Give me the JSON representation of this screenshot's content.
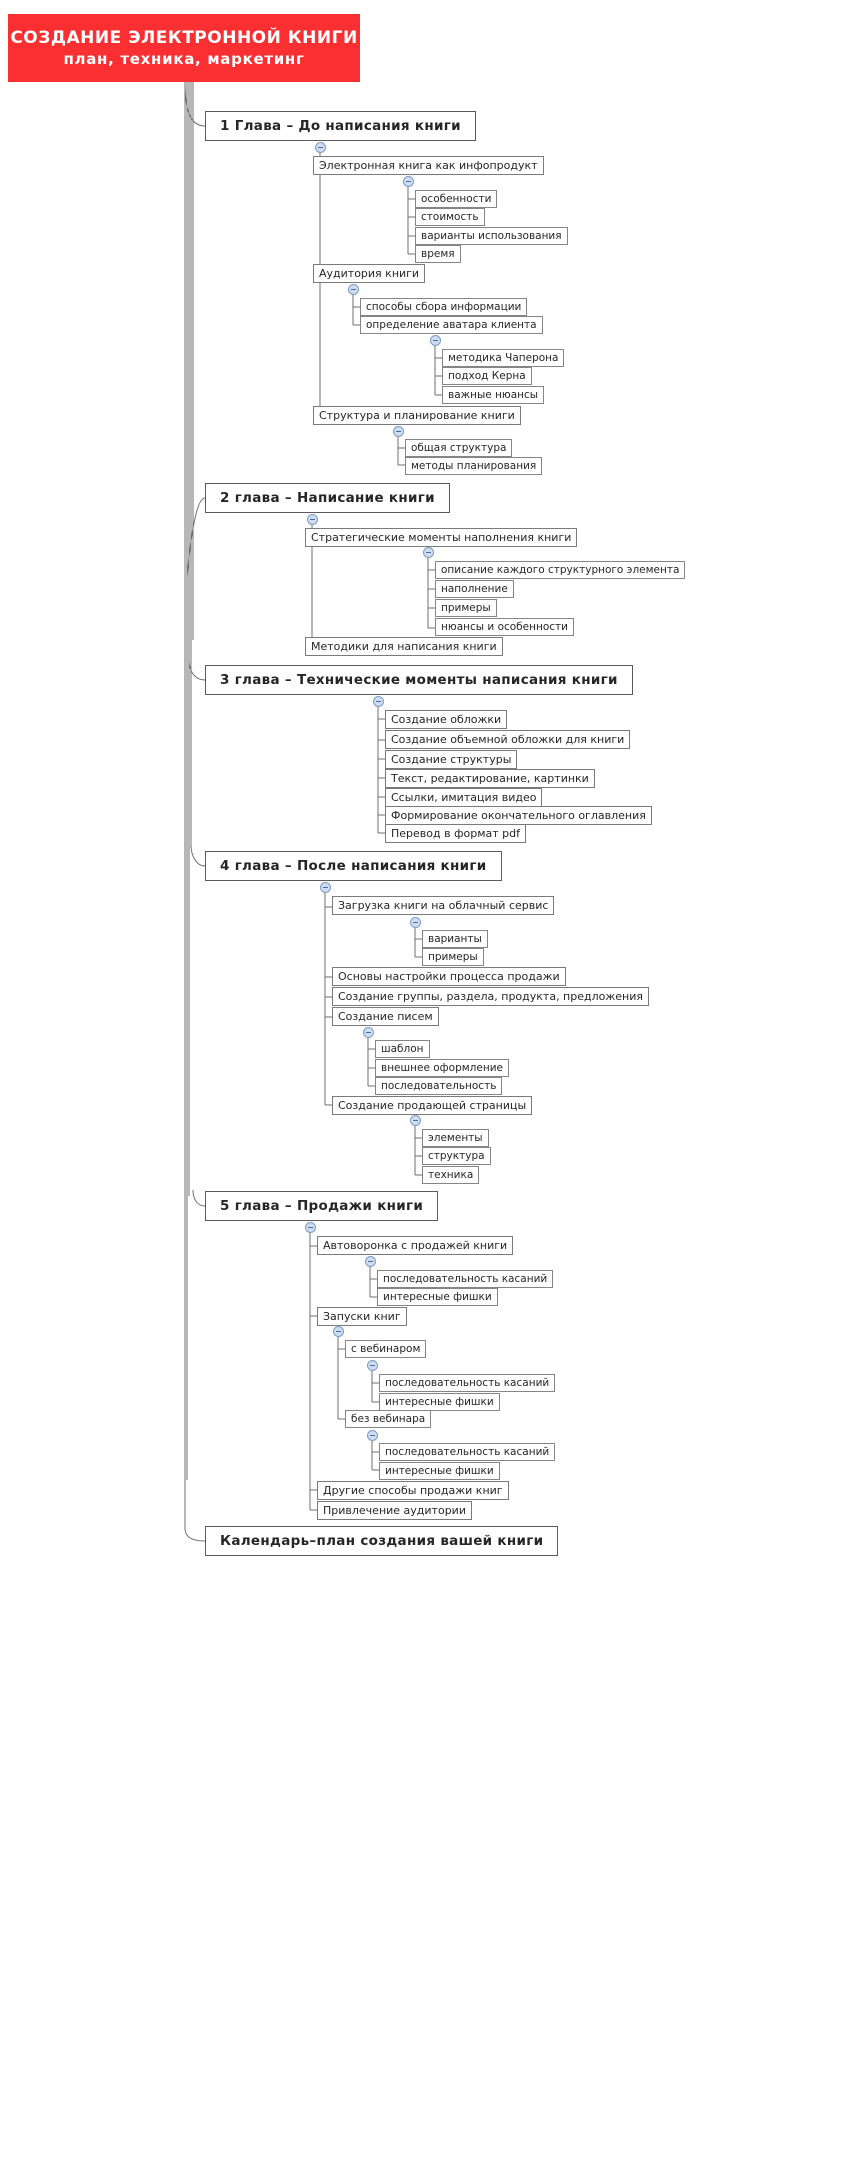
{
  "title": {
    "line1": "СОЗДАНИЕ ЭЛЕКТРОННОЙ КНИГИ",
    "line2": "план, техника, маркетинг",
    "background": "#f92f32",
    "color": "#ffffff"
  },
  "theme": {
    "node_border": "#6b6b6b",
    "node_fill": "#ffffff",
    "link_color": "#6f6f6f",
    "toggle_fill": "#cfdcef",
    "toggle_border": "#7d9bc4",
    "text_color": "#262626"
  },
  "nodes": {
    "chapter1": "1 Глава – До написания книги",
    "c1_n1": "Электронная книга как инфопродукт",
    "c1_n1_1": "особенности",
    "c1_n1_2": "стоимость",
    "c1_n1_3": "варианты использования",
    "c1_n1_4": "время",
    "c1_n2": "Аудитория книги",
    "c1_n2_1": "способы сбора информации",
    "c1_n2_2": "определение аватара клиента",
    "c1_n2_2_1": "методика Чаперона",
    "c1_n2_2_2": "подход Керна",
    "c1_n2_2_3": "важные нюансы",
    "c1_n3": "Структура и планирование книги",
    "c1_n3_1": "общая структура",
    "c1_n3_2": "методы планирования",
    "chapter2": "2 глава – Написание книги",
    "c2_n1": "Стратегические моменты наполнения книги",
    "c2_n1_1": "описание каждого структурного элемента",
    "c2_n1_2": "наполнение",
    "c2_n1_3": "примеры",
    "c2_n1_4": "нюансы и особенности",
    "c2_n2": "Методики для написания книги",
    "chapter3": "3 глава – Технические моменты написания книги",
    "c3_n1": "Создание обложки",
    "c3_n2": "Создание объемной обложки для книги",
    "c3_n3": "Создание структуры",
    "c3_n4": "Текст, редактирование, картинки",
    "c3_n5": "Ссылки, имитация видео",
    "c3_n6": "Формирование окончательного оглавления",
    "c3_n7": "Перевод в формат pdf",
    "chapter4": "4 глава – После написания книги",
    "c4_n1": "Загрузка книги на облачный сервис",
    "c4_n1_1": "варианты",
    "c4_n1_2": "примеры",
    "c4_n2": "Основы настройки процесса продажи",
    "c4_n3": "Создание группы, раздела, продукта, предложения",
    "c4_n4": "Создание писем",
    "c4_n4_1": "шаблон",
    "c4_n4_2": "внешнее оформление",
    "c4_n4_3": "последовательность",
    "c4_n5": "Создание продающей страницы",
    "c4_n5_1": "элементы",
    "c4_n5_2": "структура",
    "c4_n5_3": "техника",
    "chapter5": "5 глава – Продажи книги",
    "c5_n1": "Автоворонка с продажей книги",
    "c5_n1_1": "последовательность касаний",
    "c5_n1_2": "интересные фишки",
    "c5_n2": "Запуски книг",
    "c5_n2_1": "с вебинаром",
    "c5_n2_1_1": "последовательность касаний",
    "c5_n2_1_2": "интересные фишки",
    "c5_n2_2": "без вебинара",
    "c5_n2_2_1": "последовательность касаний",
    "c5_n2_2_2": "интересные фишки",
    "c5_n3": "Другие способы продажи книг",
    "c5_n4": "Привлечение аудитории",
    "calendar": "Календарь–план создания вашей книги"
  }
}
